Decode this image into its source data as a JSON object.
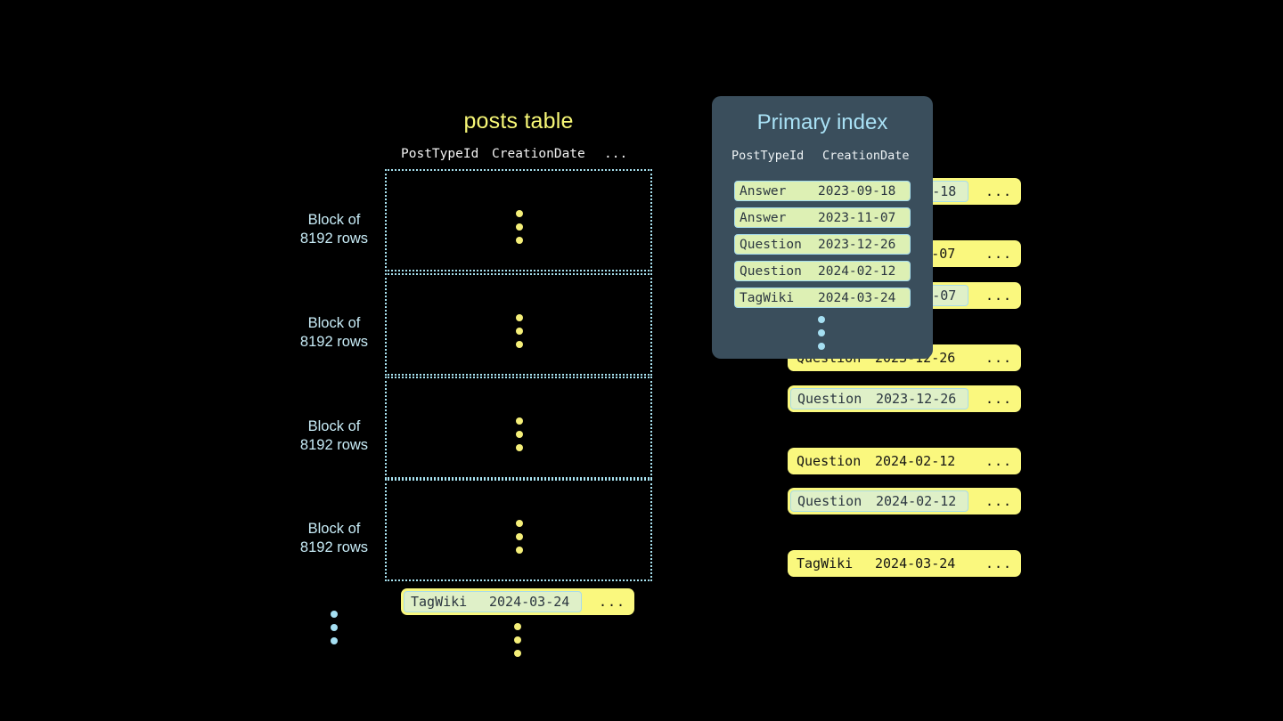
{
  "diagram": {
    "background_color": "#000000",
    "accent_yellow": "#faf87e",
    "accent_blue": "#a9e1f5",
    "highlight_green": "#dff0c8",
    "panel_slate": "#3a4e5c"
  },
  "posts_table": {
    "title": "posts table",
    "columns": [
      "PostTypeId",
      "CreationDate",
      "..."
    ],
    "row_overflow_label": "...",
    "blocks": [
      {
        "label_line1": "Block of",
        "label_line2": "8192 rows",
        "first_row": {
          "post_type_id": "Answer",
          "creation_date": "2023-09-18",
          "highlighted": true
        },
        "last_row": {
          "post_type_id": "Answer",
          "creation_date": "2023-11-07",
          "highlighted": false
        }
      },
      {
        "label_line1": "Block of",
        "label_line2": "8192 rows",
        "first_row": {
          "post_type_id": "Answer",
          "creation_date": "2023-11-07",
          "highlighted": true
        },
        "last_row": {
          "post_type_id": "Question",
          "creation_date": "2023-12-26",
          "highlighted": false
        }
      },
      {
        "label_line1": "Block of",
        "label_line2": "8192 rows",
        "first_row": {
          "post_type_id": "Question",
          "creation_date": "2023-12-26",
          "highlighted": true
        },
        "last_row": {
          "post_type_id": "Question",
          "creation_date": "2024-02-12",
          "highlighted": false
        }
      },
      {
        "label_line1": "Block of",
        "label_line2": "8192 rows",
        "first_row": {
          "post_type_id": "Question",
          "creation_date": "2024-02-12",
          "highlighted": true
        },
        "last_row": {
          "post_type_id": "TagWiki",
          "creation_date": "2024-03-24",
          "highlighted": false
        }
      }
    ],
    "trailing_row": {
      "post_type_id": "TagWiki",
      "creation_date": "2024-03-24",
      "highlighted": true
    }
  },
  "primary_index": {
    "title": "Primary index",
    "columns": [
      "PostTypeId",
      "CreationDate"
    ],
    "rows": [
      {
        "post_type_id": "Answer",
        "creation_date": "2023-09-18"
      },
      {
        "post_type_id": "Answer",
        "creation_date": "2023-11-07"
      },
      {
        "post_type_id": "Question",
        "creation_date": "2023-12-26"
      },
      {
        "post_type_id": "Question",
        "creation_date": "2024-02-12"
      },
      {
        "post_type_id": "TagWiki",
        "creation_date": "2024-03-24"
      }
    ]
  }
}
